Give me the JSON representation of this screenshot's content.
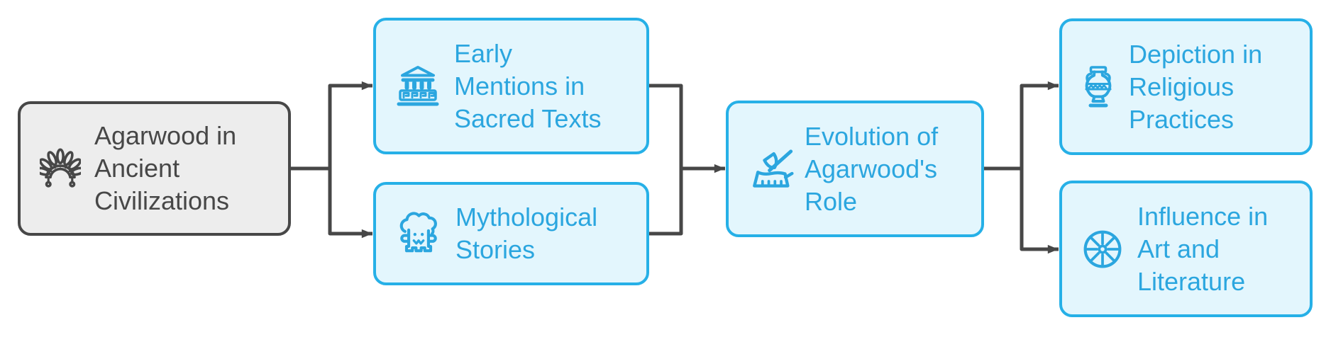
{
  "diagram": {
    "type": "flowchart",
    "nodes": [
      {
        "id": "root",
        "label": "Agarwood in\nAncient\nCivilizations",
        "icon": "headdress-icon",
        "variant": "gray"
      },
      {
        "id": "sacred-texts",
        "label": "Early\nMentions in\nSacred Texts",
        "icon": "greek-temple-icon",
        "variant": "blue"
      },
      {
        "id": "mythological",
        "label": "Mythological\nStories",
        "icon": "tree-spirit-icon",
        "variant": "blue"
      },
      {
        "id": "evolution",
        "label": "Evolution of\nAgarwood's\nRole",
        "icon": "axe-stump-icon",
        "variant": "blue"
      },
      {
        "id": "religious",
        "label": "Depiction in\nReligious\nPractices",
        "icon": "amphora-icon",
        "variant": "blue"
      },
      {
        "id": "art-literature",
        "label": "Influence in\nArt and\nLiterature",
        "icon": "wheel-icon",
        "variant": "blue"
      }
    ],
    "edges": [
      {
        "from": "root",
        "to": "sacred-texts"
      },
      {
        "from": "root",
        "to": "mythological"
      },
      {
        "from": "sacred-texts",
        "to": "evolution"
      },
      {
        "from": "mythological",
        "to": "evolution"
      },
      {
        "from": "evolution",
        "to": "religious"
      },
      {
        "from": "evolution",
        "to": "art-literature"
      }
    ]
  },
  "colors": {
    "background": "#FFFFFF",
    "accent": "#26B0E7",
    "accent_text": "#2BA6DF",
    "node_fill": "#E3F6FD",
    "root_fill": "#EDEDED",
    "root_text": "#474747",
    "connector": "#474747"
  }
}
